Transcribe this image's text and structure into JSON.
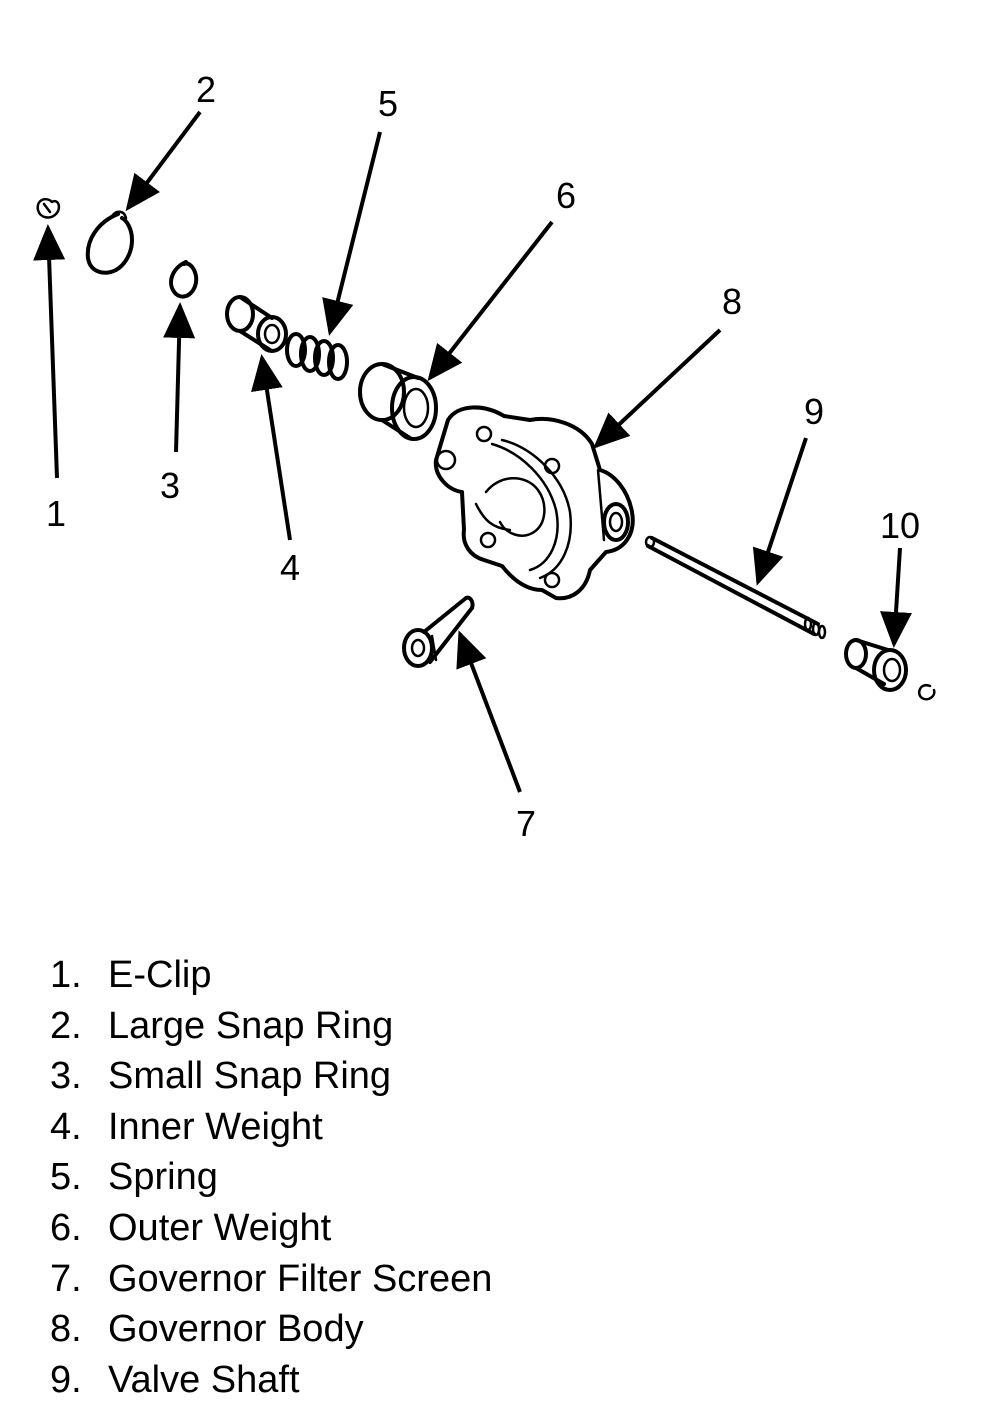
{
  "callouts": [
    "1",
    "2",
    "3",
    "4",
    "5",
    "6",
    "7",
    "8",
    "9",
    "10"
  ],
  "legend": [
    {
      "num": "1.",
      "label": "E-Clip"
    },
    {
      "num": "2.",
      "label": "Large Snap Ring"
    },
    {
      "num": "3.",
      "label": "Small Snap Ring"
    },
    {
      "num": "4.",
      "label": "Inner Weight"
    },
    {
      "num": "5.",
      "label": "Spring"
    },
    {
      "num": "6.",
      "label": "Outer Weight"
    },
    {
      "num": "7.",
      "label": "Governor Filter Screen"
    },
    {
      "num": "8.",
      "label": "Governor Body"
    },
    {
      "num": "9.",
      "label": "Valve Shaft"
    }
  ]
}
